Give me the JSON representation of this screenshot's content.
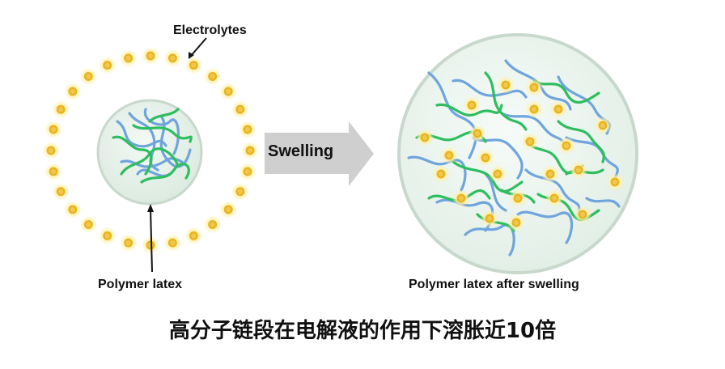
{
  "labels": {
    "electrolytes": "Electrolytes",
    "swelling": "Swelling",
    "polymer_latex": "Polymer latex",
    "polymer_latex_after": "Polymer latex after swelling",
    "caption": "高分子链段在电解液的作用下溶胀近10倍"
  },
  "colors": {
    "chain_green": "#2ebd5f",
    "chain_blue": "#6fa4dc",
    "particle_core": "#e8b423",
    "particle_glow": "#fff1a8",
    "latex_fill": "#e6f2ea",
    "latex_stroke": "#c8d8cc",
    "arrow": "#c8c8c8"
  },
  "icons": {
    "electrolyte_particle": "electrolyte-particle-icon"
  }
}
